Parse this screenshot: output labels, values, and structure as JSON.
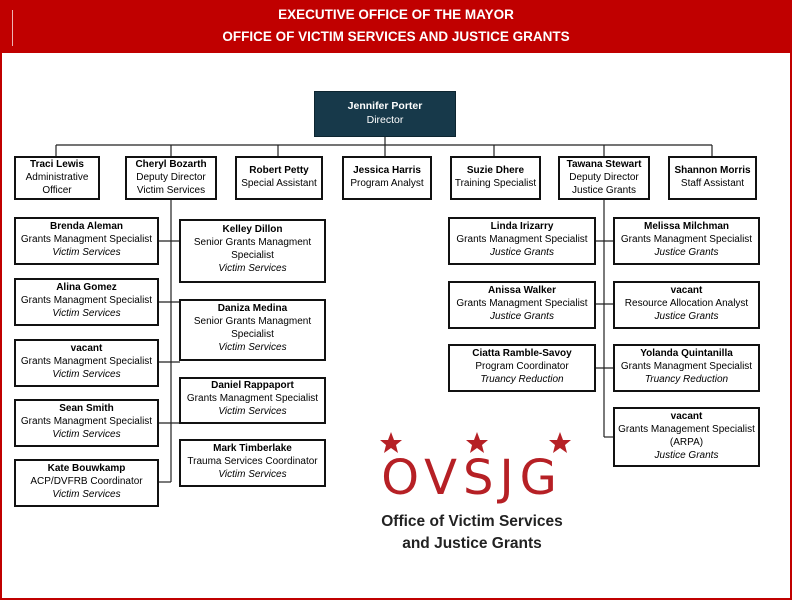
{
  "header": {
    "line1": "EXECUTIVE OFFICE OF THE MAYOR",
    "line2": "OFFICE OF VICTIM SERVICES AND JUSTICE GRANTS"
  },
  "colors": {
    "header_red": "#c00000",
    "director_fill": "#17394a",
    "logo_red": "#b62025"
  },
  "director": {
    "name": "Jennifer Porter",
    "title": "Director"
  },
  "top_row": [
    {
      "name": "Traci Lewis",
      "title": "Administrative Officer",
      "division": ""
    },
    {
      "name": "Cheryl Bozarth",
      "title": "Deputy Director Victim Services",
      "division": ""
    },
    {
      "name": "Robert Petty",
      "title": "Special Assistant",
      "division": ""
    },
    {
      "name": "Jessica Harris",
      "title": "Program Analyst",
      "division": ""
    },
    {
      "name": "Suzie Dhere",
      "title": "Training Specialist",
      "division": ""
    },
    {
      "name": "Tawana Stewart",
      "title": "Deputy Director Justice Grants",
      "division": ""
    },
    {
      "name": "Shannon Morris",
      "title": "Staff Assistant",
      "division": ""
    }
  ],
  "victim_services_left": [
    {
      "name": "Brenda Aleman",
      "title": "Grants Managment Specialist",
      "division": "Victim Services"
    },
    {
      "name": "Alina Gomez",
      "title": "Grants Managment Specialist",
      "division": "Victim Services"
    },
    {
      "name": "vacant",
      "title": "Grants Managment Specialist",
      "division": "Victim Services"
    },
    {
      "name": "Sean Smith",
      "title": "Grants Managment Specialist",
      "division": "Victim Services"
    },
    {
      "name": "Kate Bouwkamp",
      "title": "ACP/DVFRB Coordinator",
      "division": "Victim Services"
    }
  ],
  "victim_services_right": [
    {
      "name": "Kelley Dillon",
      "title": "Senior Grants Managment Specialist",
      "division": "Victim Services"
    },
    {
      "name": "Daniza Medina",
      "title": "Senior Grants Managment Specialist",
      "division": "Victim Services"
    },
    {
      "name": "Daniel Rappaport",
      "title": "Grants Managment Specialist",
      "division": "Victim Services"
    },
    {
      "name": "Mark Timberlake",
      "title": "Trauma Services Coordinator",
      "division": "Victim Services"
    }
  ],
  "justice_grants_left": [
    {
      "name": "Linda Irizarry",
      "title": "Grants Managment Specialist",
      "division": "Justice Grants"
    },
    {
      "name": "Anissa Walker",
      "title": "Grants Managment Specialist",
      "division": "Justice Grants"
    },
    {
      "name": "Ciatta Ramble-Savoy",
      "title": "Program Coordinator",
      "division": "Truancy Reduction"
    }
  ],
  "justice_grants_right": [
    {
      "name": "Melissa Milchman",
      "title": "Grants Managment Specialist",
      "division": "Justice Grants"
    },
    {
      "name": "vacant",
      "title": "Resource Allocation Analyst",
      "division": "Justice Grants"
    },
    {
      "name": "Yolanda Quintanilla",
      "title": "Grants Managment Specialist",
      "division": "Truancy Reduction"
    },
    {
      "name": "vacant",
      "title": "Grants Management Specialist (ARPA)",
      "division": "Justice Grants"
    }
  ],
  "logo": {
    "letters": "OVSJG",
    "line1": "Office of Victim Services",
    "line2": "and Justice Grants"
  }
}
